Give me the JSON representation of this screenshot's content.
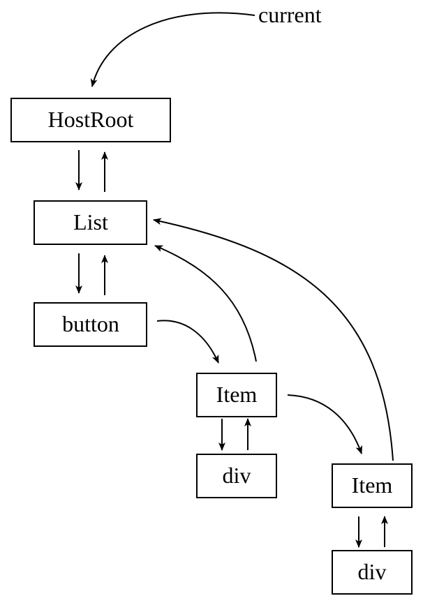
{
  "pointer_label": "current",
  "nodes": {
    "hostroot": "HostRoot",
    "list": "List",
    "button": "button",
    "item1": "Item",
    "div1": "div",
    "item2": "Item",
    "div2": "div"
  },
  "edges": [
    {
      "from": "current",
      "to": "HostRoot",
      "kind": "pointer"
    },
    {
      "from": "HostRoot",
      "to": "List",
      "kind": "child"
    },
    {
      "from": "List",
      "to": "HostRoot",
      "kind": "return"
    },
    {
      "from": "List",
      "to": "button",
      "kind": "child"
    },
    {
      "from": "button",
      "to": "List",
      "kind": "return"
    },
    {
      "from": "button",
      "to": "Item",
      "kind": "sibling"
    },
    {
      "from": "Item",
      "to": "List",
      "kind": "return"
    },
    {
      "from": "Item",
      "to": "div",
      "kind": "child"
    },
    {
      "from": "div",
      "to": "Item",
      "kind": "return"
    },
    {
      "from": "Item",
      "to": "Item",
      "kind": "sibling"
    },
    {
      "from": "Item",
      "to": "List",
      "kind": "return"
    },
    {
      "from": "Item",
      "to": "div",
      "kind": "child"
    },
    {
      "from": "div",
      "to": "Item",
      "kind": "return"
    }
  ],
  "colors": {
    "stroke": "#000000",
    "background": "#ffffff"
  }
}
